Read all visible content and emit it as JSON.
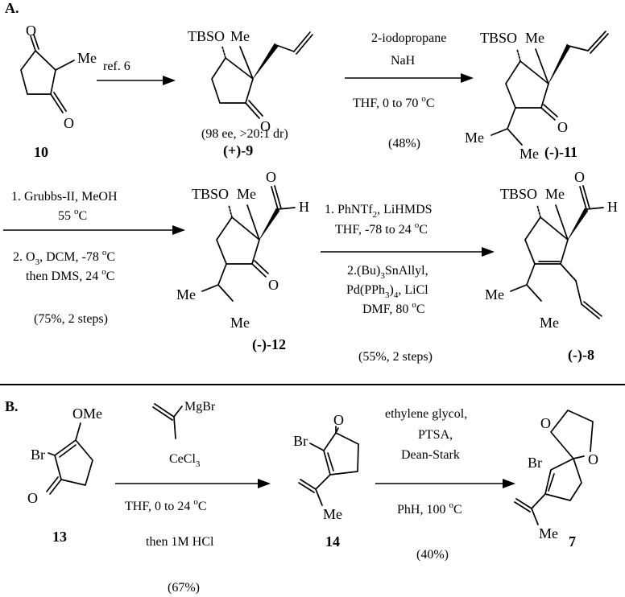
{
  "section_a": {
    "label": "A."
  },
  "section_b": {
    "label": "B."
  },
  "compounds": {
    "c10": "10",
    "c9": "(+)-9",
    "c11": "(-)-11",
    "c12": "(-)-12",
    "c8": "(-)-8",
    "c13": "13",
    "c14": "14",
    "c7": "7"
  },
  "atoms": {
    "O": "O",
    "Me": "Me",
    "TBSO": "TBSO",
    "H": "H",
    "Br": "Br",
    "OMe": "OMe",
    "MgBr": "MgBr",
    "CeCl": "CeCl",
    "three": "3"
  },
  "arrow1": {
    "above": "ref. 6"
  },
  "note_9": "(98 ee, >20:1 dr)",
  "arrow2": {
    "line1": "2-iodopropane",
    "line2": "NaH",
    "line3": "THF, 0 to 70 ",
    "line3_sup": "o",
    "line3_end": "C",
    "yield": "(48%)"
  },
  "arrow3": {
    "line1": "1. Grubbs-II, MeOH",
    "line2": "55 ",
    "line2_sup": "o",
    "line2_end": "C",
    "line3a": "2. O",
    "line3_sub": "3",
    "line3b": ", DCM, -78 ",
    "line3_sup": "o",
    "line3_end": "C",
    "line4": "then DMS, 24 ",
    "line4_sup": "o",
    "line4_end": "C",
    "yield": "(75%, 2 steps)"
  },
  "arrow4": {
    "line1a": "1. PhNTf",
    "line1_sub": "2",
    "line1b": ", LiHMDS",
    "line2": "THF, -78 to 24 ",
    "line2_sup": "o",
    "line2_end": "C",
    "line3a": "2.(Bu)",
    "line3_sub": "3",
    "line3b": "SnAllyl,",
    "line4a": "Pd(PPh",
    "line4_sub": "3",
    "line4b": ")",
    "line4_sub2": "4",
    "line4c": ", LiCl",
    "line5": "DMF,  80 ",
    "line5_sup": "o",
    "line5_end": "C",
    "yield": "(55%, 2 steps)"
  },
  "arrow5": {
    "line1": "THF, 0 to 24 ",
    "line1_sup": "o",
    "line1_end": "C",
    "line2": "then 1M HCl",
    "yield": "(67%)"
  },
  "arrow6": {
    "line1": "ethylene glycol,",
    "line2": "PTSA,",
    "line3": "Dean-Stark",
    "line4": "PhH, 100 ",
    "line4_sup": "o",
    "line4_end": "C",
    "yield": "(40%)"
  }
}
